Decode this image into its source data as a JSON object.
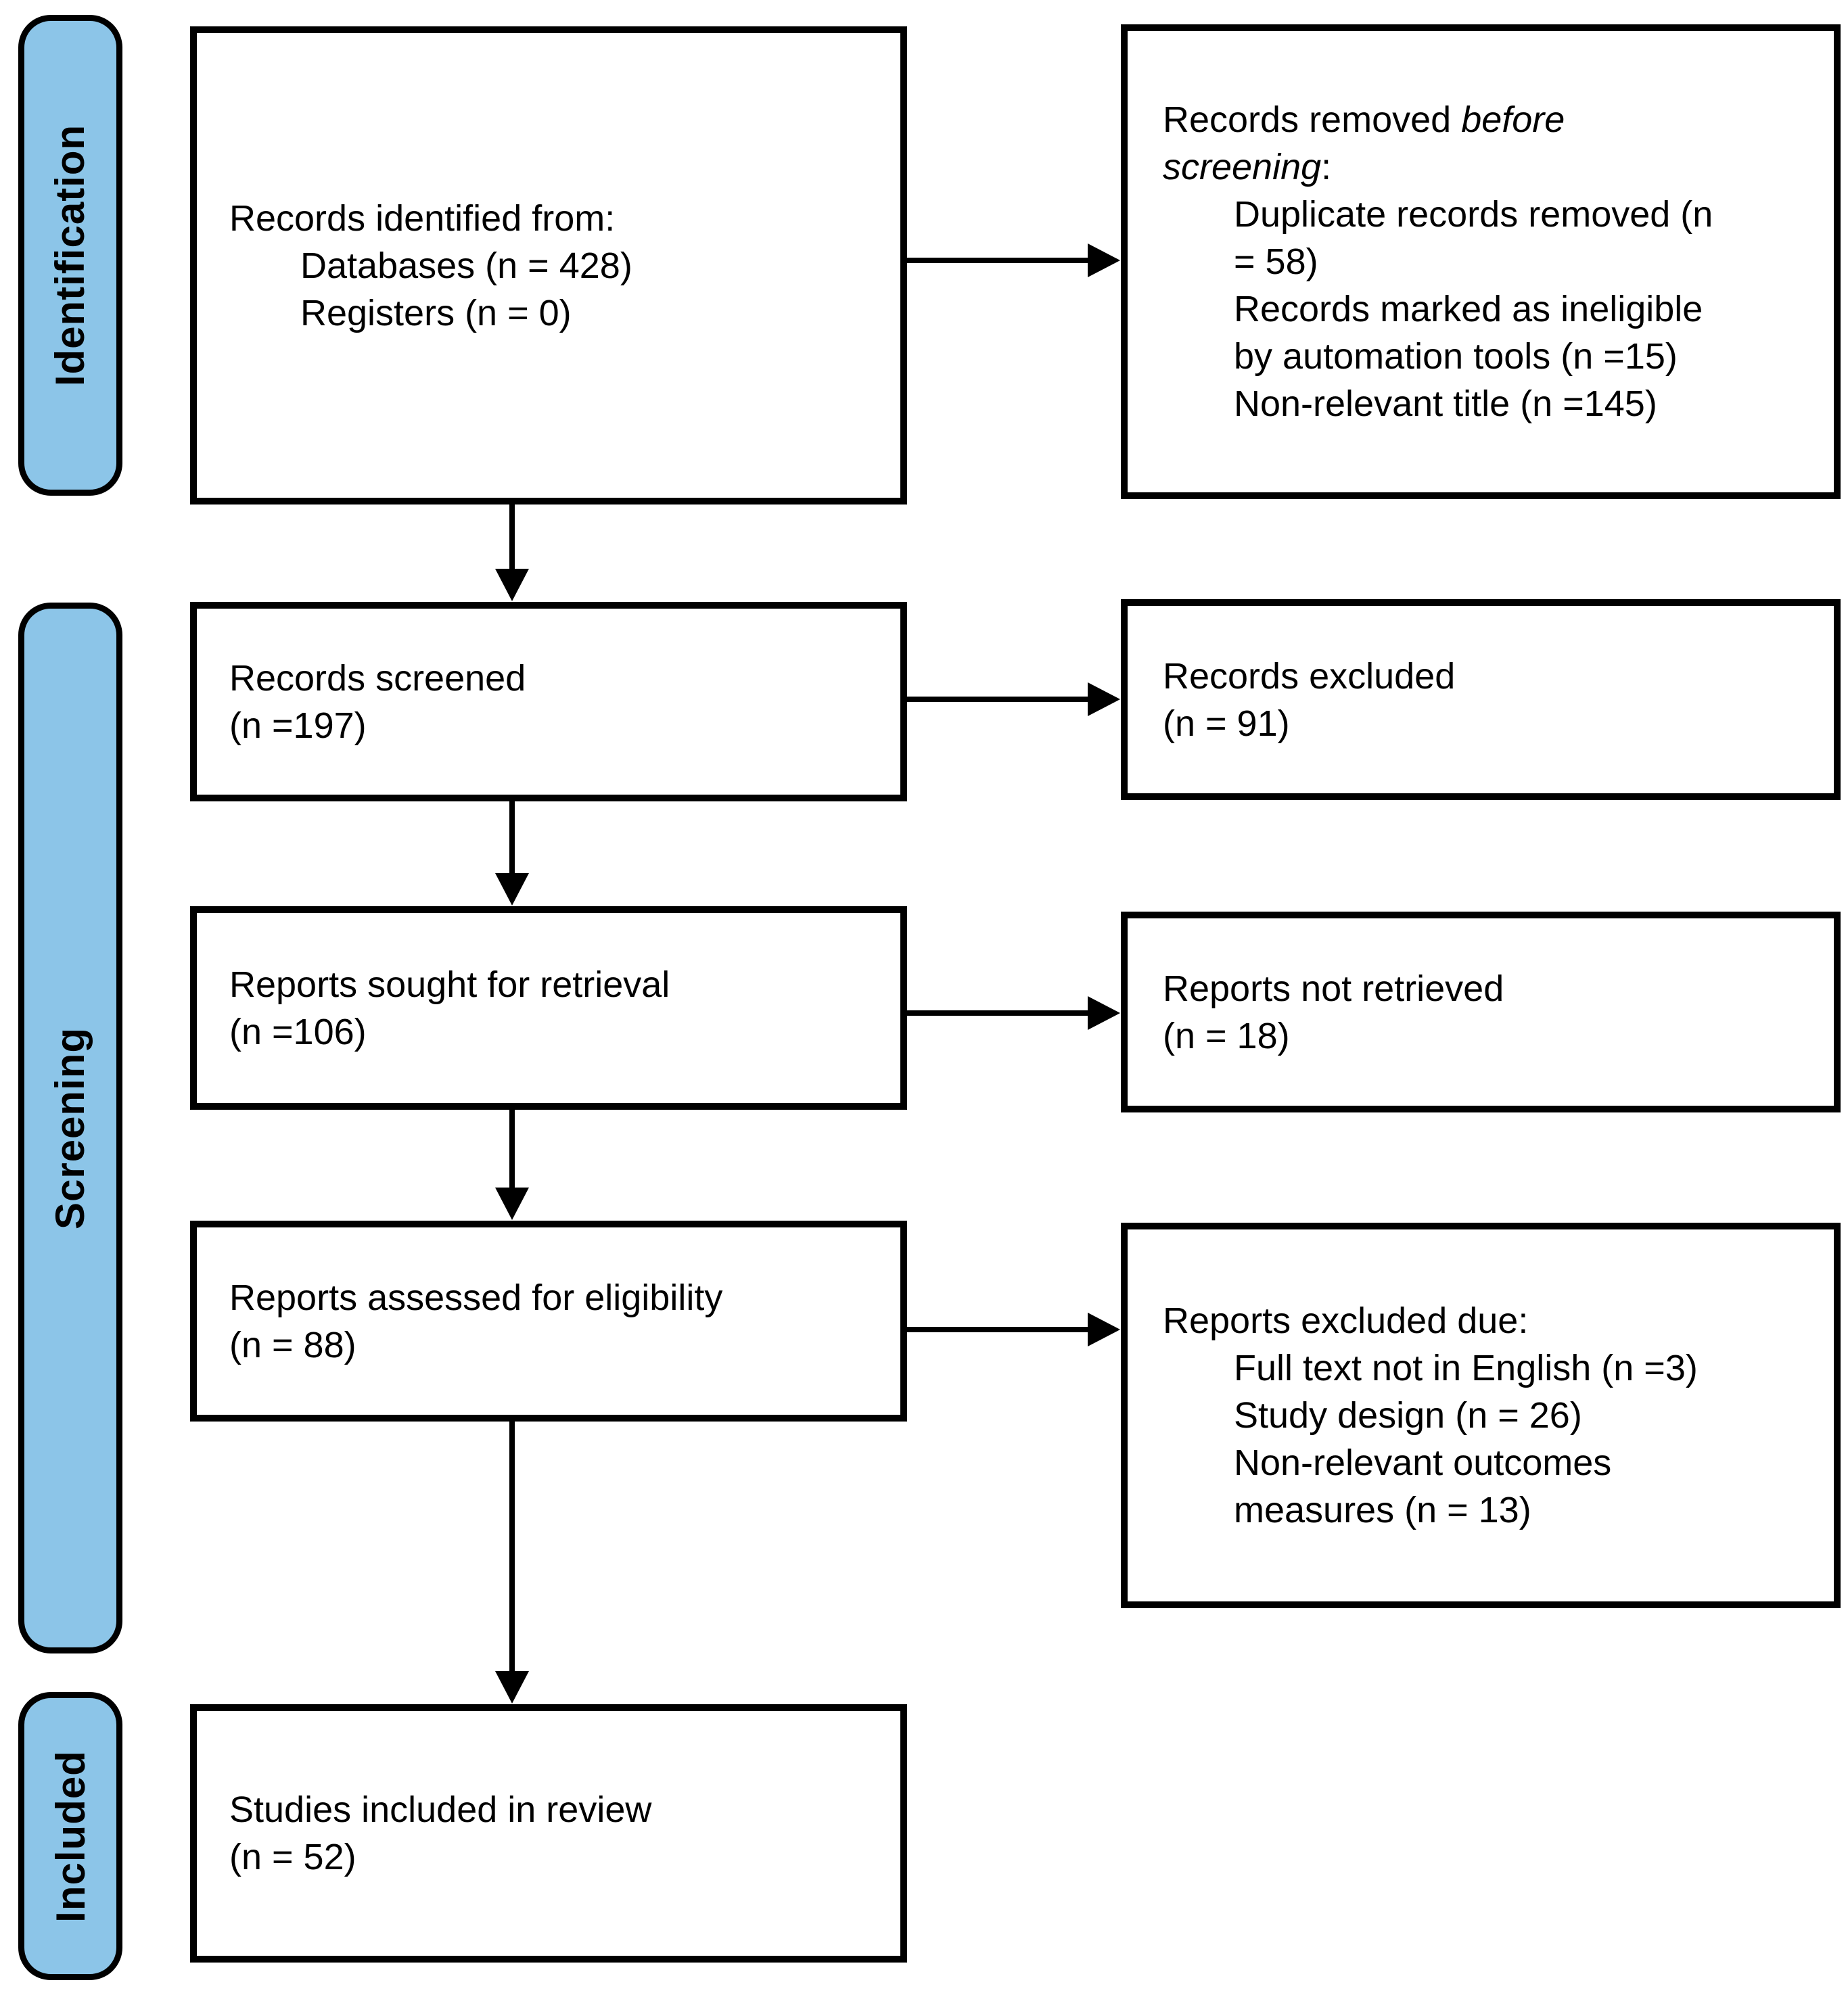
{
  "diagram": {
    "type": "prisma-flow",
    "colors": {
      "stage_fill": "#8CC5E8",
      "border": "#000000",
      "box_fill": "#FFFFFF",
      "text": "#000000"
    },
    "stages": [
      {
        "label": "Identification"
      },
      {
        "label": "Screening"
      },
      {
        "label": "Included"
      }
    ],
    "boxes": {
      "identified": {
        "title": "Records identified from:",
        "items": [
          "Databases (n = 428)",
          "Registers (n = 0)"
        ]
      },
      "removed": {
        "title_prefix": "Records removed ",
        "title_italic": "before screening",
        "title_suffix": ":",
        "items": [
          "Duplicate records removed (n = 58)",
          "Records marked as ineligible by automation tools (n =15)",
          "Non-relevant title (n =145)"
        ]
      },
      "screened": {
        "title": "Records screened",
        "count": "(n =197)"
      },
      "excluded": {
        "title": "Records excluded",
        "count": "(n = 91)"
      },
      "sought": {
        "title": "Reports sought for retrieval",
        "count": "(n =106)"
      },
      "not_retrieved": {
        "title": "Reports not retrieved",
        "count": "(n = 18)"
      },
      "assessed": {
        "title": "Reports assessed for eligibility",
        "count": "(n = 88)"
      },
      "excluded_due": {
        "title": "Reports excluded due:",
        "items": [
          "Full text not in English (n =3)",
          "Study design (n = 26)",
          "Non-relevant outcomes measures (n = 13)"
        ]
      },
      "included_review": {
        "title": "Studies included in review",
        "count": "(n = 52)"
      }
    }
  }
}
